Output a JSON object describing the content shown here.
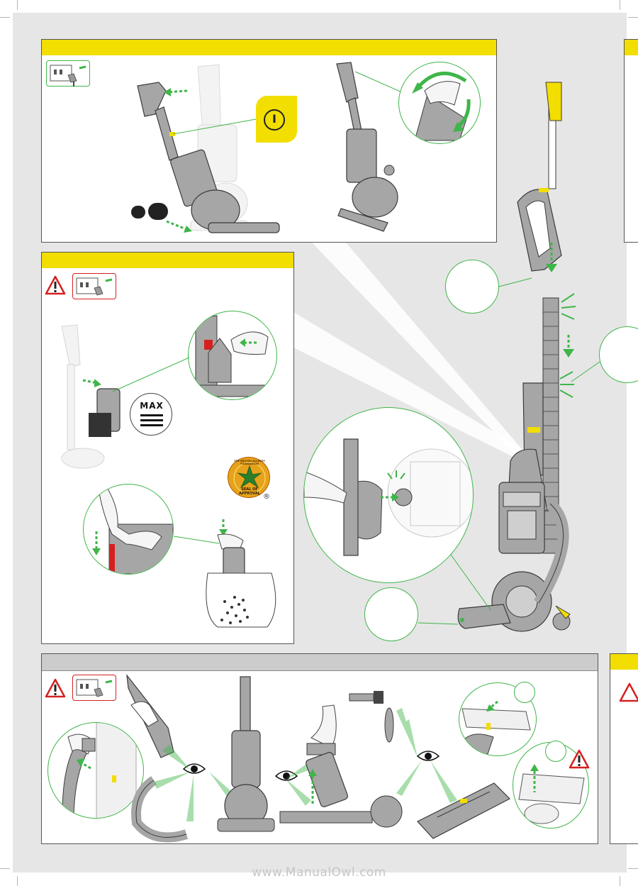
{
  "page": {
    "watermark": "www.ManualOwl.com"
  },
  "panel_top": {
    "power_button_symbol": "I"
  },
  "panel_middle": {
    "max_label": "MAX",
    "seal_label": "SEAL OF APPROVAL",
    "seal_ring_text": "THE BRITISH ALLERGY FOUNDATION",
    "registered_mark": "®"
  },
  "colors": {
    "accent_yellow": "#f2de00",
    "accent_green": "#3fb54a",
    "warning_red": "#d62020",
    "machine_grey": "#a6a6a6"
  }
}
